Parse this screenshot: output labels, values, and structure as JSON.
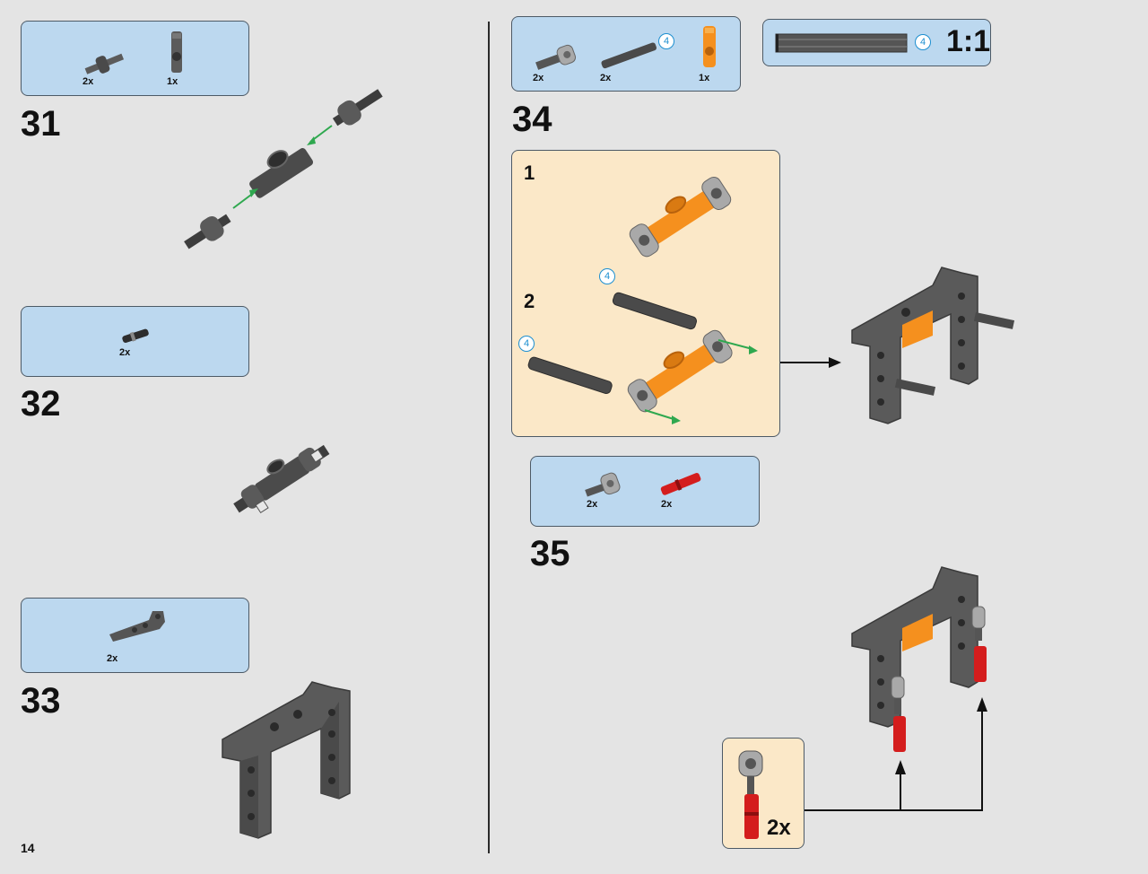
{
  "page": {
    "number": "14"
  },
  "steps": {
    "s31": {
      "number": "31",
      "parts": [
        {
          "qty": "2x",
          "icon": "bush-axle-icon"
        },
        {
          "qty": "1x",
          "icon": "connector-icon"
        }
      ]
    },
    "s32": {
      "number": "32",
      "parts": [
        {
          "qty": "2x",
          "icon": "pin-icon"
        }
      ]
    },
    "s33": {
      "number": "33",
      "parts": [
        {
          "qty": "2x",
          "icon": "beam-icon"
        }
      ]
    },
    "s34": {
      "number": "34",
      "parts": [
        {
          "qty": "2x",
          "icon": "axle-connector-icon"
        },
        {
          "qty": "2x",
          "icon": "axle-icon",
          "length": "4"
        },
        {
          "qty": "1x",
          "icon": "orange-connector-icon"
        }
      ],
      "scale": {
        "length": "4",
        "label": "1:1"
      },
      "substeps": [
        {
          "label": "1"
        },
        {
          "label": "2",
          "badges": [
            "4",
            "4"
          ]
        }
      ]
    },
    "s35": {
      "number": "35",
      "parts": [
        {
          "qty": "2x",
          "icon": "axle-connector-icon"
        },
        {
          "qty": "2x",
          "icon": "red-pin-icon"
        }
      ],
      "subassembly": {
        "qty": "2x"
      }
    }
  },
  "colors": {
    "parts_bg": "#bcd8ef",
    "callout_bg": "#fbe8c8",
    "badge": "#1d8fd0",
    "arrow_green": "#2fa84f",
    "orange": "#f5901e",
    "dark_grey": "#545454",
    "light_grey": "#a8a8a8",
    "red": "#d41d1d"
  }
}
